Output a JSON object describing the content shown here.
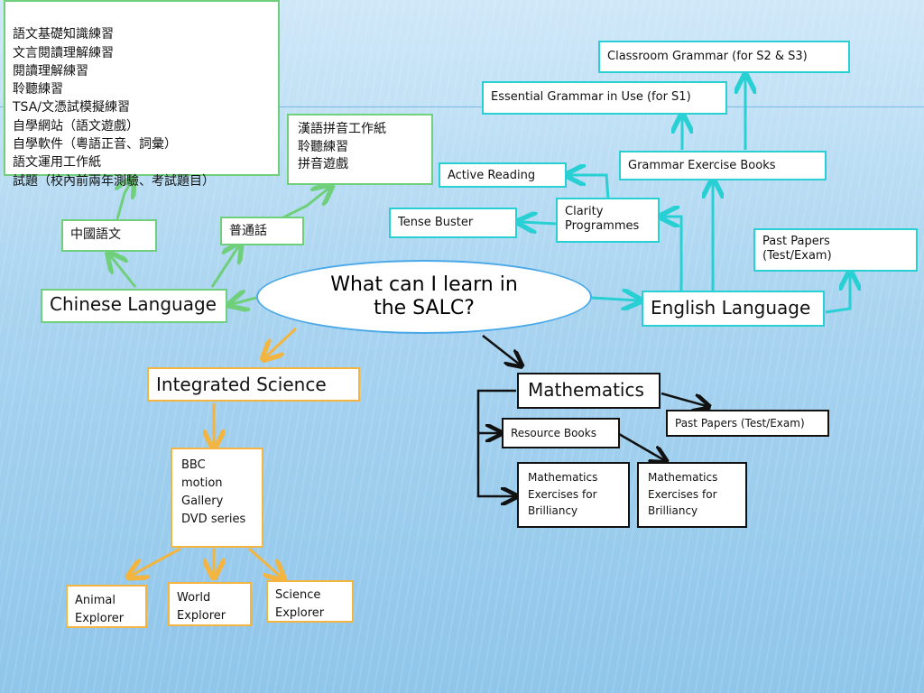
{
  "colors": {
    "chinese": "#6fcf7a",
    "english": "#28d0d3",
    "science": "#f3b53f",
    "math": "#111111"
  },
  "center": {
    "title": "What can I learn in\nthe SALC?"
  },
  "chinese": {
    "main": "Chinese Language",
    "chinese_lang": "中國語文",
    "putonghua": "普通話",
    "chinese_items": [
      "語文基礎知識練習",
      "文言閱讀理解練習",
      "閱讀理解練習",
      "聆聽練習",
      "TSA/文憑試模擬練習",
      "自學網站（語文遊戲）",
      "自學軟件（粵語正音、詞彙）",
      "語文運用工作紙",
      "試題（校內前兩年測驗、考試題目）"
    ],
    "putonghua_items": [
      "漢語拼音工作紙",
      "聆聽練習",
      "拼音遊戲"
    ]
  },
  "english": {
    "main": "English Language",
    "classroom_grammar": "Classroom Grammar (for S2 & S3)",
    "essential_grammar": "Essential Grammar in Use (for S1)",
    "grammar_exercise": "Grammar Exercise Books",
    "active_reading": "Active Reading",
    "clarity": "Clarity\nProgrammes",
    "tense_buster": "Tense Buster",
    "past_papers": "Past Papers\n(Test/Exam)"
  },
  "science": {
    "main": "Integrated Science",
    "bbc": "BBC\nmotion\nGallery\nDVD series",
    "animal": "Animal\nExplorer",
    "world": "World\nExplorer",
    "science_explorer": "Science\nExplorer"
  },
  "math": {
    "main": "Mathematics",
    "past_papers": "Past Papers (Test/Exam)",
    "resource_books": "Resource Books",
    "exercises_1": "Mathematics\nExercises for\nBrilliancy",
    "exercises_2": "Mathematics\nExercises for\nBrilliancy"
  }
}
